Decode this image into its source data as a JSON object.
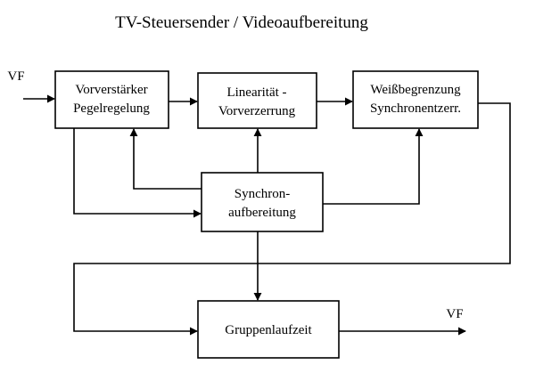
{
  "title": "TV-Steuersender / Videoaufbereitung",
  "input_label": "VF",
  "output_label": "VF",
  "blocks": {
    "vorverstaerker": {
      "line1": "Vorverstärker",
      "line2": "Pegelregelung"
    },
    "linearitaet": {
      "line1": "Linearität -",
      "line2": "Vorverzerrung"
    },
    "weissbegrenzung": {
      "line1": "Weißbegrenzung",
      "line2": "Synchronentzerr."
    },
    "synchron": {
      "line1": "Synchron-",
      "line2": "aufbereitung"
    },
    "gruppenlaufzeit": {
      "line1": "Gruppenlaufzeit"
    }
  }
}
